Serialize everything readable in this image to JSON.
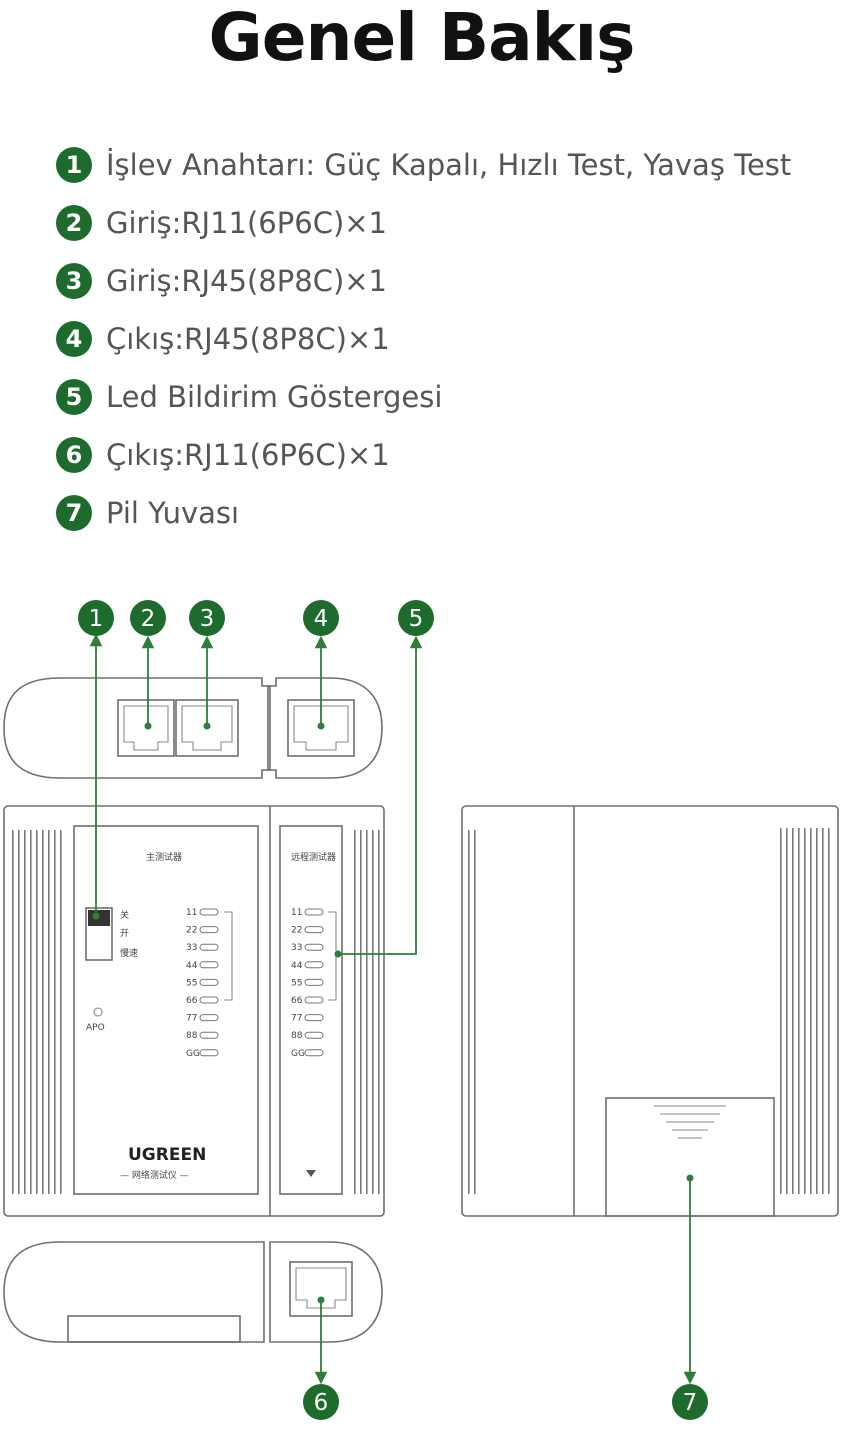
{
  "title": "Genel Bakış",
  "accent_color": "#1e6b2e",
  "legend": [
    {
      "num": "1",
      "text": "İşlev Anahtarı: Güç Kapalı, Hızlı Test, Yavaş Test"
    },
    {
      "num": "2",
      "text": "Giriş:RJ11(6P6C)×1"
    },
    {
      "num": "3",
      "text": "Giriş:RJ45(8P8C)×1"
    },
    {
      "num": "4",
      "text": "Çıkış:RJ45(8P8C)×1"
    },
    {
      "num": "5",
      "text": "Led Bildirim Göstergesi"
    },
    {
      "num": "6",
      "text": "Çıkış:RJ11(6P6C)×1"
    },
    {
      "num": "7",
      "text": "Pil Yuvası"
    }
  ],
  "device": {
    "main_panel_label": "主测试器",
    "remote_panel_label": "远程测试器",
    "brand": "UGREEN",
    "sub_brand": "— 网络测试仪 —",
    "apo_label": "APO",
    "switch_labels": [
      "关",
      "开",
      "慢速"
    ],
    "led_labels_main": [
      "11",
      "22",
      "33",
      "44",
      "55",
      "66",
      "77",
      "88",
      "GG"
    ],
    "led_labels_remote": [
      "11",
      "22",
      "33",
      "44",
      "55",
      "66",
      "77",
      "88",
      "GG"
    ]
  }
}
